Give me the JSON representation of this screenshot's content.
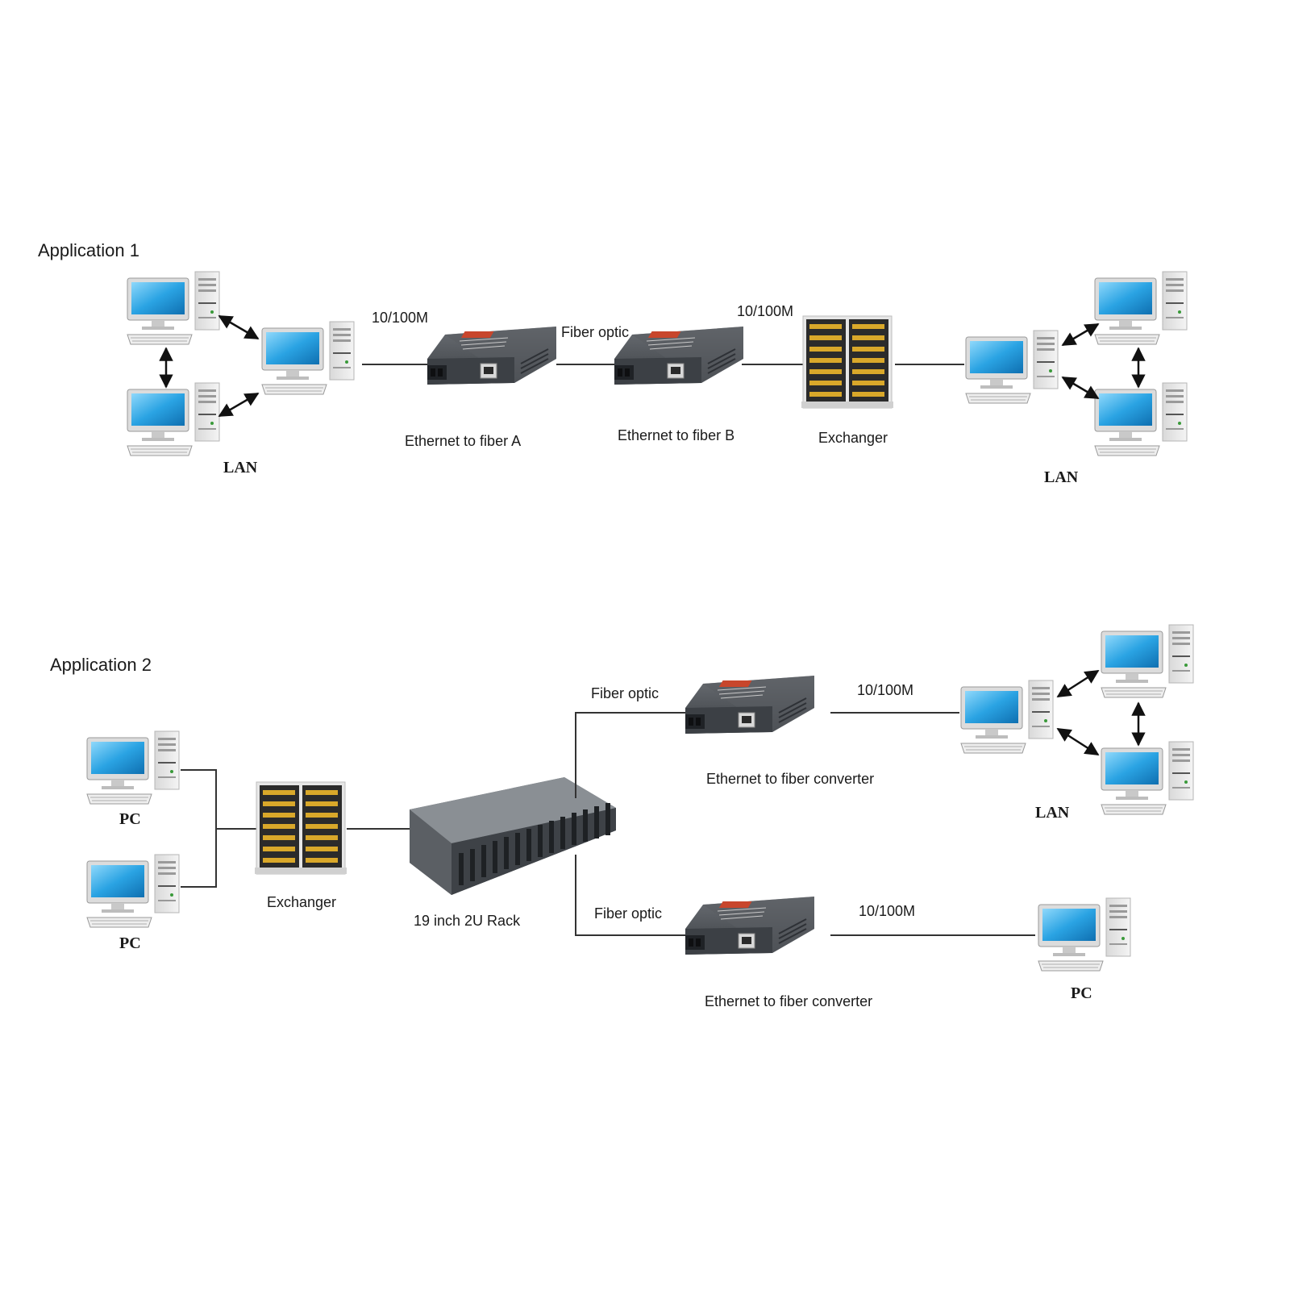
{
  "app1": {
    "heading": "Application 1",
    "speed_left": "10/100M",
    "speed_right": "10/100M",
    "fiber_label": "Fiber optic",
    "converter_a": "Ethernet to fiber A",
    "converter_b": "Ethernet to fiber B",
    "switch_label": "Exchanger",
    "lan_left": "LAN",
    "lan_right": "LAN"
  },
  "app2": {
    "heading": "Application 2",
    "pc_top": "PC",
    "pc_bottom": "PC",
    "switch_label": "Exchanger",
    "rack_label": "19 inch 2U Rack",
    "fiber_top": "Fiber optic",
    "fiber_bottom": "Fiber optic",
    "speed_top": "10/100M",
    "speed_bottom": "10/100M",
    "converter_top": "Ethernet to fiber converter",
    "converter_bottom": "Ethernet to fiber converter",
    "lan_label": "LAN",
    "pc_right": "PC"
  },
  "colors": {
    "screen": "#2aa3e3",
    "device_body": "#4a4e53",
    "device_label": "#c8462c",
    "line": "#333333"
  }
}
